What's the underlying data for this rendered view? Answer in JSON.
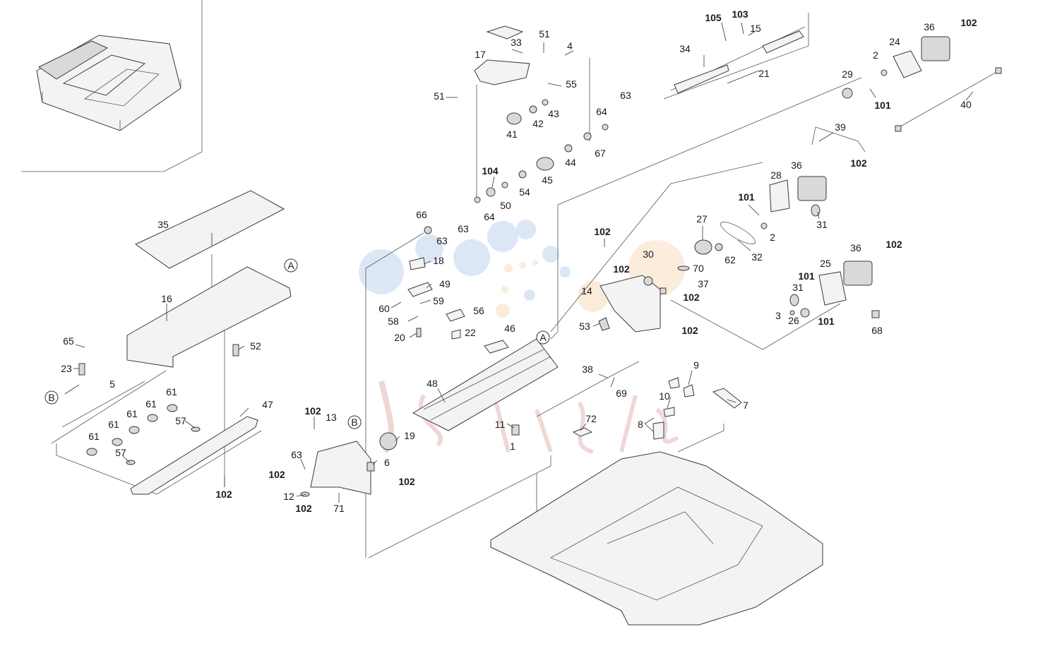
{
  "diagram": {
    "callout_refs": [
      "A",
      "B"
    ],
    "labels": [
      {
        "id": "l1",
        "text": "105",
        "bold": true
      },
      {
        "id": "l2",
        "text": "103",
        "bold": true
      },
      {
        "id": "l3",
        "text": "15",
        "bold": false
      },
      {
        "id": "l4",
        "text": "36",
        "bold": false
      },
      {
        "id": "l5",
        "text": "102",
        "bold": true
      },
      {
        "id": "l6",
        "text": "33",
        "bold": false
      },
      {
        "id": "l7",
        "text": "51",
        "bold": false
      },
      {
        "id": "l8",
        "text": "4",
        "bold": false
      },
      {
        "id": "l9",
        "text": "34",
        "bold": false
      },
      {
        "id": "l10",
        "text": "24",
        "bold": false
      },
      {
        "id": "l11",
        "text": "17",
        "bold": false
      },
      {
        "id": "l12",
        "text": "2",
        "bold": false
      },
      {
        "id": "l13",
        "text": "21",
        "bold": false
      },
      {
        "id": "l14",
        "text": "29",
        "bold": false
      },
      {
        "id": "l15",
        "text": "55",
        "bold": false
      },
      {
        "id": "l16",
        "text": "51",
        "bold": false
      },
      {
        "id": "l17",
        "text": "63",
        "bold": false
      },
      {
        "id": "l18",
        "text": "101",
        "bold": true
      },
      {
        "id": "l19",
        "text": "40",
        "bold": false
      },
      {
        "id": "l20",
        "text": "43",
        "bold": false
      },
      {
        "id": "l21",
        "text": "64",
        "bold": false
      },
      {
        "id": "l22",
        "text": "41",
        "bold": false
      },
      {
        "id": "l23",
        "text": "42",
        "bold": false
      },
      {
        "id": "l24",
        "text": "39",
        "bold": false
      },
      {
        "id": "l25",
        "text": "67",
        "bold": false
      },
      {
        "id": "l26",
        "text": "44",
        "bold": false
      },
      {
        "id": "l27",
        "text": "36",
        "bold": false
      },
      {
        "id": "l28",
        "text": "102",
        "bold": true
      },
      {
        "id": "l29",
        "text": "104",
        "bold": true
      },
      {
        "id": "l30",
        "text": "45",
        "bold": false
      },
      {
        "id": "l31",
        "text": "28",
        "bold": false
      },
      {
        "id": "l32",
        "text": "54",
        "bold": false
      },
      {
        "id": "l33",
        "text": "50",
        "bold": false
      },
      {
        "id": "l34",
        "text": "101",
        "bold": true
      },
      {
        "id": "l35",
        "text": "35",
        "bold": false
      },
      {
        "id": "l36",
        "text": "66",
        "bold": false
      },
      {
        "id": "l37",
        "text": "64",
        "bold": false
      },
      {
        "id": "l38",
        "text": "27",
        "bold": false
      },
      {
        "id": "l39",
        "text": "63",
        "bold": false
      },
      {
        "id": "l40",
        "text": "63",
        "bold": false
      },
      {
        "id": "l41",
        "text": "31",
        "bold": false
      },
      {
        "id": "l42",
        "text": "102",
        "bold": true
      },
      {
        "id": "l43",
        "text": "2",
        "bold": false
      },
      {
        "id": "l44",
        "text": "36",
        "bold": false
      },
      {
        "id": "l45",
        "text": "102",
        "bold": true
      },
      {
        "id": "l46",
        "text": "30",
        "bold": false
      },
      {
        "id": "l47",
        "text": "62",
        "bold": false
      },
      {
        "id": "l48",
        "text": "32",
        "bold": false
      },
      {
        "id": "l49",
        "text": "18",
        "bold": false
      },
      {
        "id": "l50",
        "text": "102",
        "bold": true
      },
      {
        "id": "l51",
        "text": "70",
        "bold": false
      },
      {
        "id": "l52",
        "text": "25",
        "bold": false
      },
      {
        "id": "l53",
        "text": "101",
        "bold": true
      },
      {
        "id": "l54",
        "text": "49",
        "bold": false
      },
      {
        "id": "l55",
        "text": "37",
        "bold": false
      },
      {
        "id": "l56",
        "text": "14",
        "bold": false
      },
      {
        "id": "l57",
        "text": "31",
        "bold": false
      },
      {
        "id": "l58",
        "text": "16",
        "bold": false
      },
      {
        "id": "l59",
        "text": "59",
        "bold": false
      },
      {
        "id": "l60",
        "text": "60",
        "bold": false
      },
      {
        "id": "l61",
        "text": "102",
        "bold": true
      },
      {
        "id": "l62",
        "text": "56",
        "bold": false
      },
      {
        "id": "l63",
        "text": "3",
        "bold": false
      },
      {
        "id": "l64",
        "text": "26",
        "bold": false
      },
      {
        "id": "l65",
        "text": "101",
        "bold": true
      },
      {
        "id": "l66",
        "text": "58",
        "bold": false
      },
      {
        "id": "l67",
        "text": "53",
        "bold": false
      },
      {
        "id": "l68",
        "text": "102",
        "bold": true
      },
      {
        "id": "l69",
        "text": "22",
        "bold": false
      },
      {
        "id": "l70",
        "text": "46",
        "bold": false
      },
      {
        "id": "l71",
        "text": "68",
        "bold": false
      },
      {
        "id": "l72",
        "text": "20",
        "bold": false
      },
      {
        "id": "l73",
        "text": "65",
        "bold": false
      },
      {
        "id": "l74",
        "text": "52",
        "bold": false
      },
      {
        "id": "l75",
        "text": "23",
        "bold": false
      },
      {
        "id": "l76",
        "text": "38",
        "bold": false
      },
      {
        "id": "l77",
        "text": "9",
        "bold": false
      },
      {
        "id": "l78",
        "text": "48",
        "bold": false
      },
      {
        "id": "l79",
        "text": "69",
        "bold": false
      },
      {
        "id": "l80",
        "text": "5",
        "bold": false
      },
      {
        "id": "l81",
        "text": "10",
        "bold": false
      },
      {
        "id": "l82",
        "text": "7",
        "bold": false
      },
      {
        "id": "l83",
        "text": "61",
        "bold": false
      },
      {
        "id": "l84",
        "text": "47",
        "bold": false
      },
      {
        "id": "l85",
        "text": "61",
        "bold": false
      },
      {
        "id": "l86",
        "text": "102",
        "bold": true
      },
      {
        "id": "l87",
        "text": "61",
        "bold": false
      },
      {
        "id": "l88",
        "text": "57",
        "bold": false
      },
      {
        "id": "l89",
        "text": "72",
        "bold": false
      },
      {
        "id": "l90",
        "text": "61",
        "bold": false
      },
      {
        "id": "l91",
        "text": "13",
        "bold": false
      },
      {
        "id": "l92",
        "text": "8",
        "bold": false
      },
      {
        "id": "l93",
        "text": "11",
        "bold": false
      },
      {
        "id": "l94",
        "text": "19",
        "bold": false
      },
      {
        "id": "l95",
        "text": "61",
        "bold": false
      },
      {
        "id": "l96",
        "text": "63",
        "bold": false
      },
      {
        "id": "l97",
        "text": "1",
        "bold": false
      },
      {
        "id": "l98",
        "text": "57",
        "bold": false
      },
      {
        "id": "l99",
        "text": "6",
        "bold": false
      },
      {
        "id": "l100",
        "text": "102",
        "bold": true
      },
      {
        "id": "l101",
        "text": "102",
        "bold": true
      },
      {
        "id": "l102",
        "text": "102",
        "bold": true
      },
      {
        "id": "l103",
        "text": "12",
        "bold": false
      },
      {
        "id": "l104",
        "text": "102",
        "bold": true
      },
      {
        "id": "l105",
        "text": "71",
        "bold": false
      }
    ]
  },
  "colors": {
    "line": "#3a3a3a",
    "part_fill": "#f3f3f3",
    "watermark_blue": "#9dbde8",
    "watermark_orange": "#f4c89a",
    "watermark_red": "#d98b8b"
  }
}
